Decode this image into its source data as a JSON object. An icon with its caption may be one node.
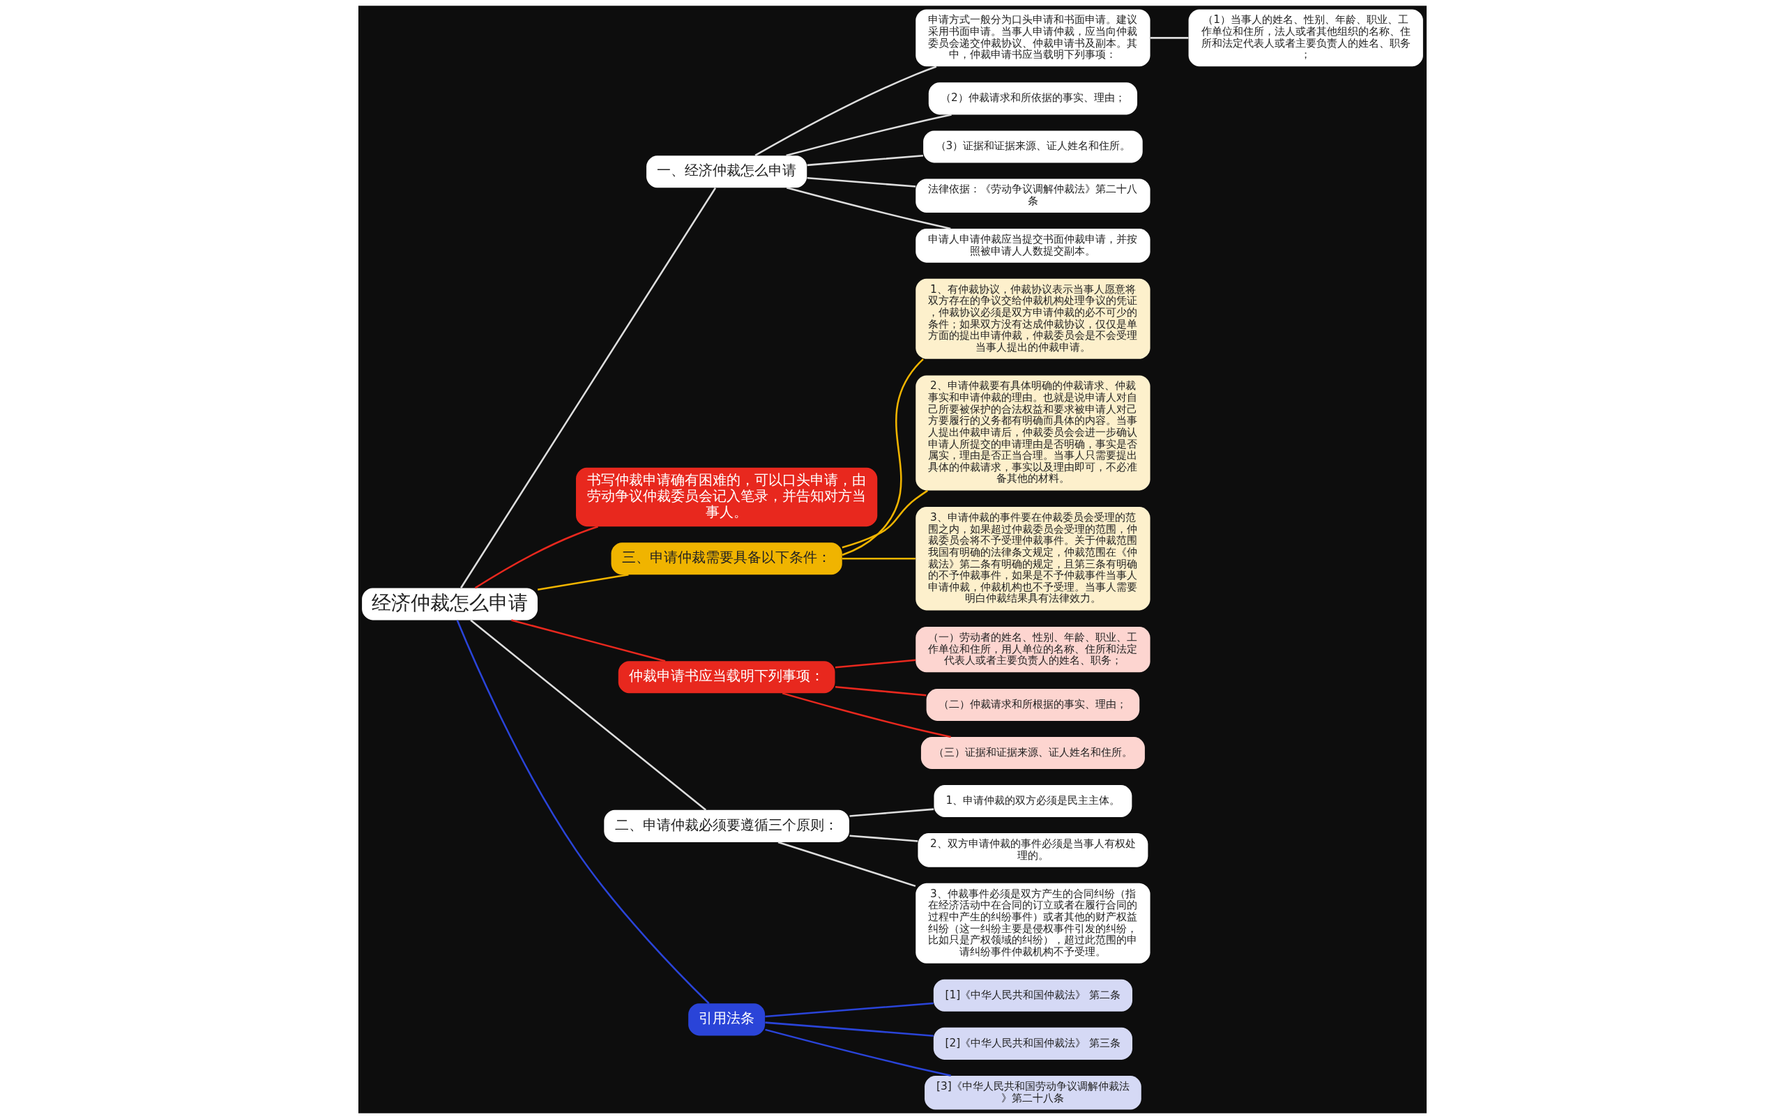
{
  "diagram": {
    "nodes": [
      {
        "text": [
          "经济仲裁怎么申请"
        ]
      },
      {
        "text": [
          "一、经济仲裁怎么申请"
        ]
      },
      {
        "text": [
          "申请方式一般分为口头申请和书面申请。建议采用书面申请。当事人申请仲裁，应当向仲裁委员会递交仲裁协议、仲裁申请书及副本。其中，仲裁申请书应当载明下列事项："
        ]
      },
      {
        "text": [
          "（1）当事人的姓名、性别、年龄、职业、工作单位和住所，法人或者其他组织的名称、住所和法定代表人或者主要负责人的姓名、职务；"
        ]
      },
      {
        "text": [
          "（2）仲裁请求和所依据的事实、理由；"
        ]
      },
      {
        "text": [
          "（3）证据和证据来源、证人姓名和住所。"
        ]
      },
      {
        "text": [
          "法律依据：《劳动争议调解仲裁法》第二十八条"
        ]
      },
      {
        "text": [
          "申请人申请仲裁应当提交书面仲裁申请，并按照被申请人人数提交副本。"
        ]
      },
      {
        "text": [
          "书写仲裁申请确有困难的，可以口头申请，由劳动争议仲裁委员会记入笔录，并告知对方当事人。"
        ]
      },
      {
        "text": [
          "三、申请仲裁需要具备以下条件："
        ]
      },
      {
        "text": [
          "1、有仲裁协议，仲裁协议表示当事人愿意将双方存在的争议交给仲裁机构处理争议的凭证，仲裁协议必须是双方申请仲裁的必不可少的条件；如果双方没有达成仲裁协议，仅仅是单方面的提出申请仲裁，仲裁委员会是不会受理当事人提出的仲裁申请。"
        ]
      },
      {
        "text": [
          "2、申请仲裁要有具体明确的仲裁请求、仲裁事实和申请仲裁的理由。也就是说申请人对自己所要被保护的合法权益和要求被申请人对己方要履行的义务都有明确而具体的内容。当事人提出仲裁申请后，仲裁委员会会进一步确认申请人所提交的申请理由是否明确，事实是否属实，理由是否正当合理。当事人只需要提出具体的仲裁请求，事实以及理由即可，不必准备其他的材料。"
        ]
      },
      {
        "text": [
          "3、申请仲裁的事件要在仲裁委员会受理的范围之内，如果超过仲裁委员会受理的范围，仲裁委员会将不予受理仲裁事件。关于仲裁范围我国有明确的法律条文规定，仲裁范围在《仲裁法》第二条有明确的规定，且第三条有明确的不予仲裁事件，如果是不予仲裁事件当事人申请仲裁，仲裁机构也不予受理。当事人需要明白仲裁结果具有法律效力。"
        ]
      },
      {
        "text": [
          "仲裁申请书应当载明下列事项："
        ]
      },
      {
        "text": [
          "（一）劳动者的姓名、性别、年龄、职业、工作单位和住所，用人单位的名称、住所和法定代表人或者主要负责人的姓名、职务；"
        ]
      },
      {
        "text": [
          "（二）仲裁请求和所根据的事实、理由；"
        ]
      },
      {
        "text": [
          "（三）证据和证据来源、证人姓名和住所。"
        ]
      },
      {
        "text": [
          "二、申请仲裁必须要遵循三个原则："
        ]
      },
      {
        "text": [
          "1、申请仲裁的双方必须是民主主体。"
        ]
      },
      {
        "text": [
          "2、双方申请仲裁的事件必须是当事人有权处理的。"
        ]
      },
      {
        "text": [
          "3、仲裁事件必须是双方产生的合同纠纷（指在经济活动中在合同的订立或者在履行合同的过程中产生的纠纷事件）或者其他的财产权益纠纷（这一纠纷主要是侵权事件引发的纠纷，比如只是产权领域的纠纷），超过此范围的申请纠纷事件仲裁机构不予受理。"
        ]
      },
      {
        "text": [
          "引用法条"
        ]
      },
      {
        "text": [
          "[1]《中华人民共和国仲裁法》 第二条"
        ]
      },
      {
        "text": [
          "[2]《中华人民共和国仲裁法》 第三条"
        ]
      },
      {
        "text": [
          "[3]《中华人民共和国劳动争议调解仲裁法》第二十八条"
        ]
      }
    ],
    "edges": [
      {
        "from": 0,
        "to": 1,
        "arrow": "none"
      },
      {
        "from": 1,
        "to": 2,
        "arrow": "none"
      },
      {
        "from": 2,
        "to": 3,
        "arrow": "none"
      },
      {
        "from": 1,
        "to": 4,
        "arrow": "none"
      },
      {
        "from": 1,
        "to": 5,
        "arrow": "none"
      },
      {
        "from": 1,
        "to": 6,
        "arrow": "none"
      },
      {
        "from": 1,
        "to": 7,
        "arrow": "none"
      },
      {
        "from": 0,
        "to": 8,
        "arrow": "none",
        "color": "#e8281e"
      },
      {
        "from": 0,
        "to": 9,
        "arrow": "none",
        "color": "#f0b400"
      },
      {
        "from": 9,
        "to": 10,
        "arrow": "none",
        "color": "#f0b400"
      },
      {
        "from": 9,
        "to": 11,
        "arrow": "none",
        "color": "#f0b400"
      },
      {
        "from": 9,
        "to": 12,
        "arrow": "none",
        "color": "#f0b400"
      },
      {
        "from": 0,
        "to": 13,
        "arrow": "none",
        "color": "#e8281e"
      },
      {
        "from": 13,
        "to": 14,
        "arrow": "none",
        "color": "#e8281e"
      },
      {
        "from": 13,
        "to": 15,
        "arrow": "none",
        "color": "#e8281e"
      },
      {
        "from": 13,
        "to": 16,
        "arrow": "none",
        "color": "#e8281e"
      },
      {
        "from": 0,
        "to": 17,
        "arrow": "none"
      },
      {
        "from": 17,
        "to": 18,
        "arrow": "none"
      },
      {
        "from": 17,
        "to": 19,
        "arrow": "none"
      },
      {
        "from": 17,
        "to": 20,
        "arrow": "none"
      },
      {
        "from": 0,
        "to": 21,
        "arrow": "none",
        "color": "#2a44d8"
      },
      {
        "from": 21,
        "to": 22,
        "arrow": "none",
        "color": "#2a44d8"
      },
      {
        "from": 21,
        "to": 23,
        "arrow": "none",
        "color": "#2a44d8"
      },
      {
        "from": 21,
        "to": 24,
        "arrow": "none",
        "color": "#2a44d8"
      }
    ]
  }
}
